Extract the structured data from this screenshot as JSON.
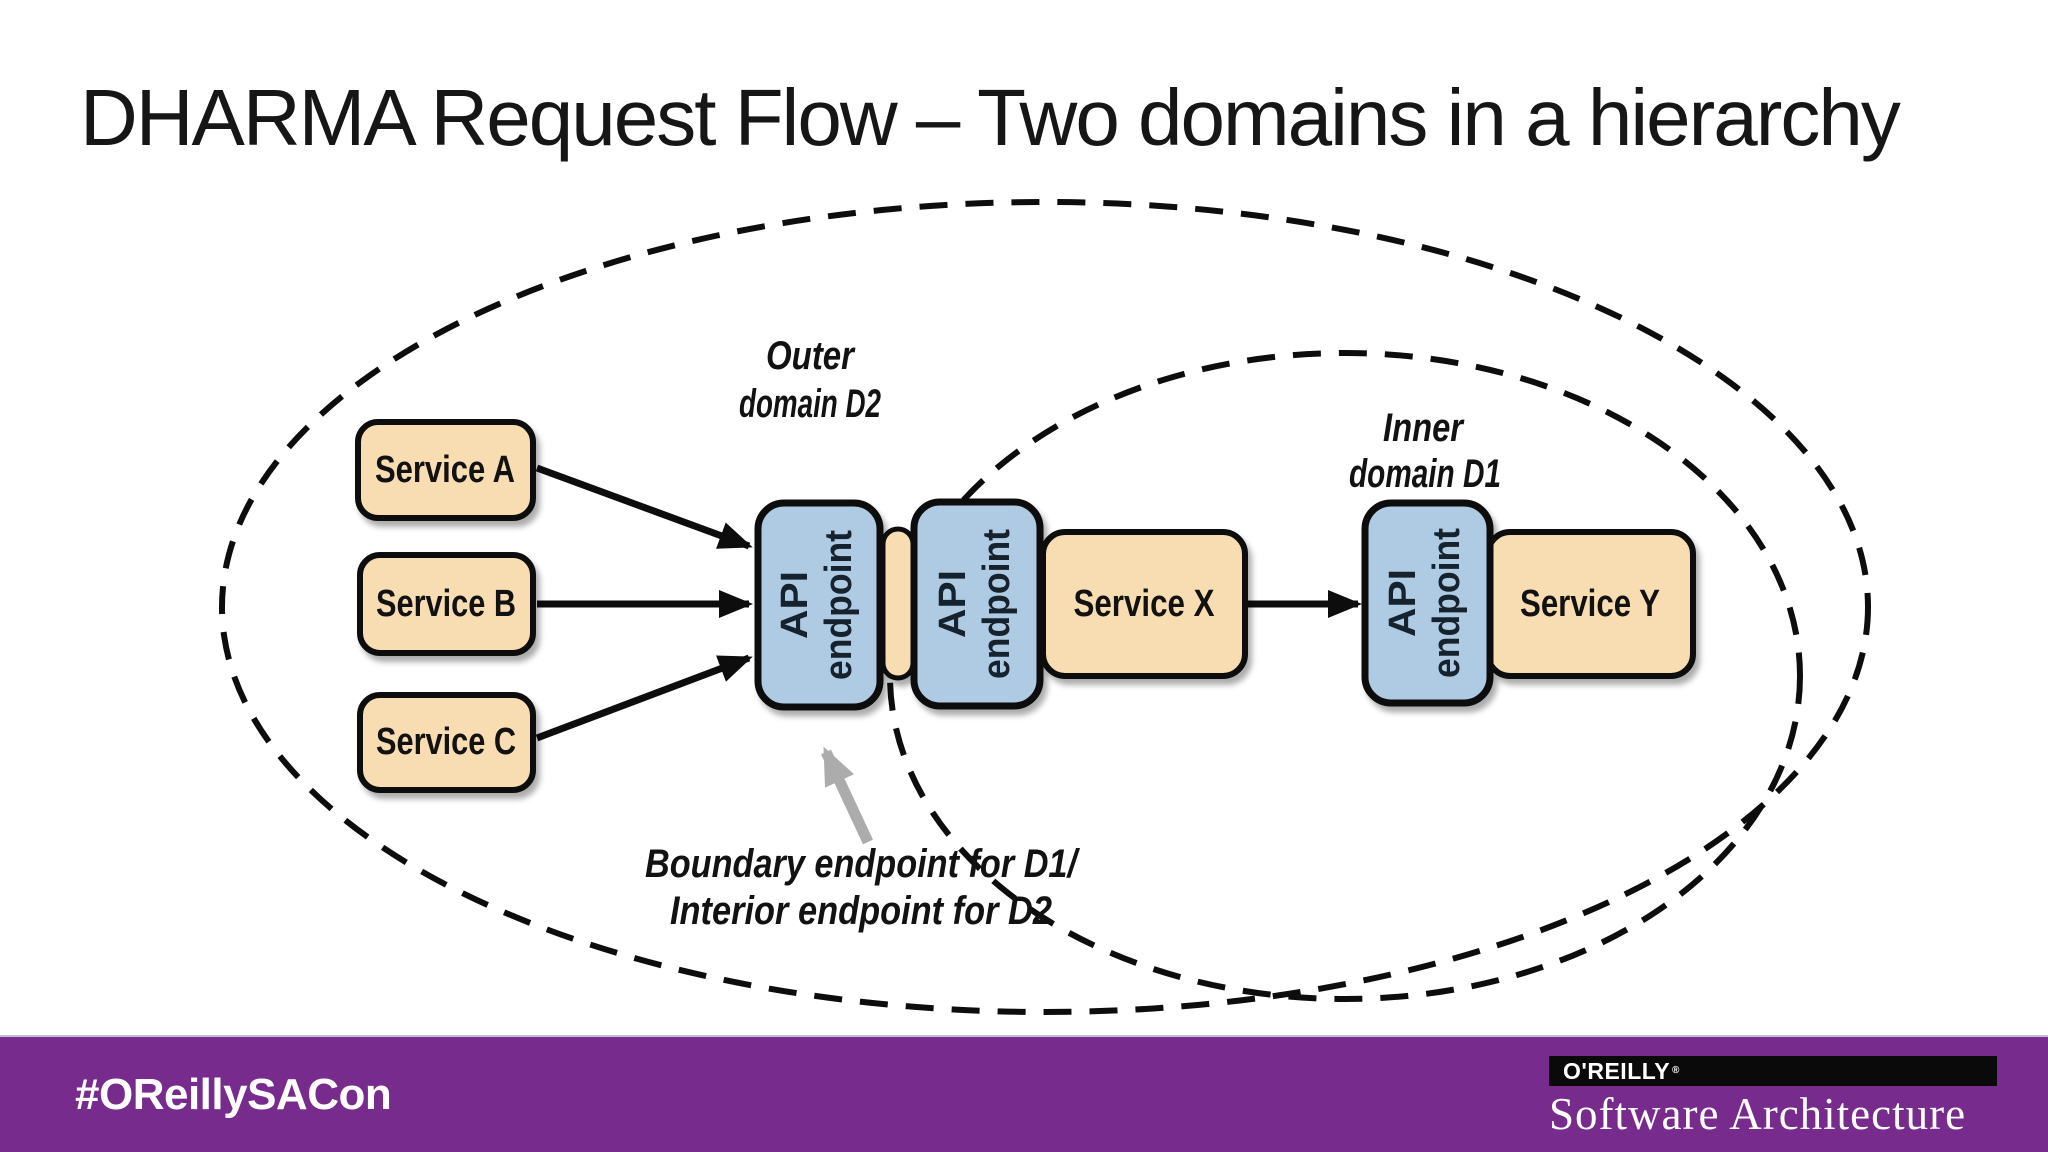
{
  "slide": {
    "title": "DHARMA Request Flow – Two domains in a hierarchy"
  },
  "diagram": {
    "outer_domain": {
      "line1": "Outer",
      "line2": "domain D2"
    },
    "inner_domain": {
      "line1": "Inner",
      "line2": "domain D1"
    },
    "services": {
      "a": "Service A",
      "b": "Service B",
      "c": "Service C",
      "x": "Service X",
      "y": "Service Y"
    },
    "endpoint": {
      "line1": "API",
      "line2": "endpoint"
    },
    "annotation": {
      "line1": "Boundary endpoint for D1/",
      "line2": "Interior endpoint for D2"
    },
    "colors": {
      "service_fill": "#f8dcb2",
      "endpoint_fill": "#aecbe3",
      "line": "#0d0d0d",
      "callout_arrow": "#acacac"
    }
  },
  "footer": {
    "hashtag": "#OReillySACon",
    "brand_name": "O'REILLY",
    "brand_reg": "®",
    "brand_product": "Software Architecture",
    "bar_color": "#772b8d"
  }
}
